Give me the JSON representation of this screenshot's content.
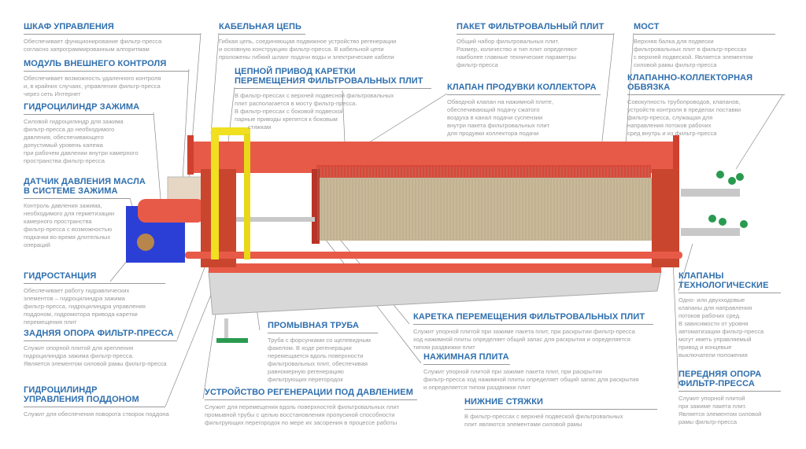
{
  "colors": {
    "title": "#2f6fae",
    "text": "#9a9a9a",
    "frame": "#e04a3a",
    "plates": "#c9b99a",
    "hydro": "#2b3fd6",
    "rail": "#f0e020",
    "valves": "#2a9a50"
  },
  "labels": {
    "cabinet": {
      "title": "ШКАФ УПРАВЛЕНИЯ",
      "desc": "Обеспечивает функционирование фильтр-пресса\nсогласно запрограммированным алгоритмам"
    },
    "remote": {
      "title": "МОДУЛЬ ВНЕШНЕГО КОНТРОЛЯ",
      "desc": "Обеспечивает возможность удаленного контроля\nи, в крайних случаях, управления фильтр-пресса\nчерез сеть Интернет"
    },
    "clamp_cyl": {
      "title": "ГИДРОЦИЛИНДР ЗАЖИМА",
      "desc": "Силовой гидроцилиндр для зажима\nфильтр-пресса до необходимого\nдавления, обеспечивающего\nдопустимый уровень капежа\nпри рабочем давлении внутри камерного\nпространства фильтр-пресса"
    },
    "sensor": {
      "title": "ДАТЧИК ДАВЛЕНИЯ МАСЛА\nВ СИСТЕМЕ ЗАЖИМА",
      "desc": "Контроль давления зажима,\nнеобходимого для герметизации\nкамерного пространства\nфильтр-пресса с возможностью\nподкачки во время длительных\nопераций"
    },
    "hydrostation": {
      "title": "ГИДРОСТАНЦИЯ",
      "desc": "Обеспечивает работу гидравлических\nэлементов – гидроцилиндра зажима\nфильтр-пресса, гидроцилиндра управления\nподдоном, гидромотора привода каретки\nперемещения плит"
    },
    "rear_support": {
      "title": "ЗАДНЯЯ ОПОРА ФИЛЬТР-ПРЕССА",
      "desc": "Служит опорной плитой для крепления\nгидроцилиндра зажима фильтр-пресса.\nЯвляется элементом силовой рамы фильтр-пресса"
    },
    "tray_cyl": {
      "title": "ГИДРОЦИЛИНДР\nУПРАВЛЕНИЯ ПОДДОНОМ",
      "desc": "Служит для обеспечения поворота створок поддона"
    },
    "cable_chain": {
      "title": "КАБЕЛЬНАЯ ЦЕПЬ",
      "desc": "Гибкая цепь, соединяющая подвижное устройство регенерации\nи основную конструкцию фильтр-пресса. В кабельной цепи\nпроложены гибкий шланг подачи воды и электрические кабели"
    },
    "chain_drive": {
      "title": "ЦЕПНОЙ ПРИВОД КАРЕТКИ\nПЕРЕМЕЩЕНИЯ ФИЛЬТРОВАЛЬНЫХ ПЛИТ",
      "desc": "В фильтр-прессах с верхней подвесной фильтровальных\nплит располагается в мосту фильтр-пресса.\nВ фильтр-прессах с боковой подвеской\nпарные приводы крепятся к боковым\n        стяжкам"
    },
    "plate_pack": {
      "title": "ПАКЕТ ФИЛЬТРОВАЛЬНЫЙ ПЛИТ",
      "desc": "Общий набор фильтровальных плит.\nРазмер, количество и тип плит определяют\nнаиболее главные технические параметры\nфильтр-пресса"
    },
    "blow_valve": {
      "title": "КЛАПАН ПРОДУВКИ КОЛЛЕКТОРА",
      "desc": "Обводной клапан на нажимной плите,\nобеспечивающий подачу сжатого\nвоздуха в канал подачи суспензии\nвнутри пакета фильтровальных плит\nдля продувки коллектора подачи"
    },
    "bridge": {
      "title": "МОСТ",
      "desc": "Верхняя балка для подвески\nфильтровальных плит в фильтр-прессах\nс верхней подвеской. Является элементом\nсиловой рамы фильтр-пресса"
    },
    "manifold": {
      "title": "КЛАПАННО-КОЛЛЕКТОРНАЯ\nОБВЯЗКА",
      "desc": "Совокупность трубопроводов, клапанов,\nустройств контроля в пределах поставки\nфильтр-пресса, служащая для\nнаправления потоков рабочих\nсред внутрь и из фильтр-пресса"
    },
    "tech_valves": {
      "title": "КЛАПАНЫ\nТЕХНОЛОГИЧЕСКИЕ",
      "desc": "Одно- или двухходовые\nклапаны для направления\nпотоков рабочих сред.\nВ зависимости от уровня\nавтоматизации фильтр-пресса\nмогут иметь управляемый\nпривод и концевые\nвыключатели положения"
    },
    "front_support": {
      "title": "ПЕРЕДНЯЯ ОПОРА\nФИЛЬТР-ПРЕССА",
      "desc": "Служит упорной плитой\nпри зажиме пакета плит.\nЯвляется элементом силовой\nрамы фильтр-пресса"
    },
    "wash_pipe": {
      "title": "ПРОМЫВНАЯ ТРУБА",
      "desc": "Труба с форсунками со щелевидным\nфакелом. В ходе регенерации\nперемещается вдоль поверхности\nфильтровальных плит, обеспечивая\nравномерную регенерацию\nфильтрующих перегородок"
    },
    "regen": {
      "title": "УСТРОЙСТВО РЕГЕНЕРАЦИИ ПОД ДАВЛЕНИЕМ",
      "desc": "Служит для перемещения вдоль поверхностей фильтровальных плит\nпромывной трубы с целью восстановления пропускной способности\nфильтрующих перегородок по мере их засорения в процессе работы"
    },
    "carriage": {
      "title": "КАРЕТКА ПЕРЕМЕЩЕНИЯ ФИЛЬТРОВАЛЬНЫХ ПЛИТ",
      "desc": "Служит упорной плитой при зажиме пакета плит, при раскрытии фильтр-пресса\nход нажимной плиты определяет общий запас для раскрытия и определяется\nтипом раздвижки плит"
    },
    "press_plate": {
      "title": "НАЖИМНАЯ ПЛИТА",
      "desc": "Служит упорной плитой при зажиме пакета плит, при раскрытии\nфильтр-пресса ход нажимной плиты определяет общий запас для раскрытия\nи определяется типом раздвижки плит"
    },
    "lower_ties": {
      "title": "НИЖНИЕ СТЯЖКИ",
      "desc": "В фильтр-прессах с верхней подвеской фильтровальных\nплит являются элементами силовой рамы"
    }
  }
}
